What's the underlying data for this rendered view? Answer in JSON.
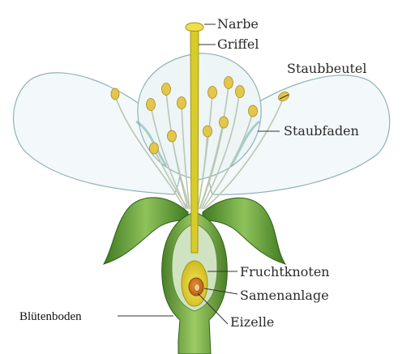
{
  "labels": {
    "narbe": "Narbe",
    "griffel": "Griffel",
    "staubbeutel": "Staubbeutel",
    "staubfaden": "Staubfaden",
    "fruchtknoten": "Fruchtknoten",
    "samenanlage": "Samenanlage",
    "eizelle": "Eizelle",
    "bluetenboden": "Blütenboden"
  },
  "colors": {
    "petal_fill": "#f3f8fa",
    "petal_edge": "#8fb3b7",
    "sepal_dark": "#4e8a2c",
    "sepal_light": "#8fc25a",
    "style": "#d8cc2a",
    "ovary": "#e6d02d",
    "stem": "#6a9c3a",
    "anther": "#e3c64a"
  }
}
